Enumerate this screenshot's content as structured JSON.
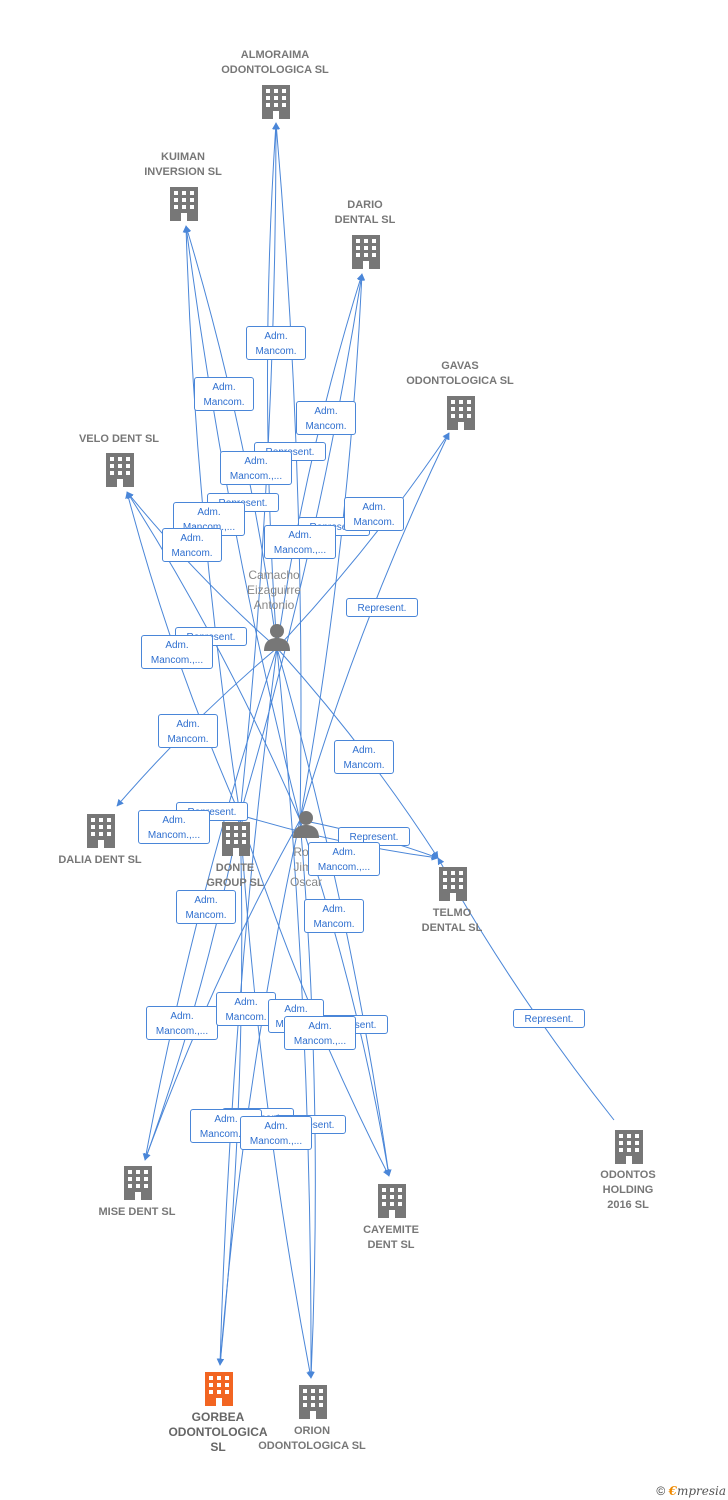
{
  "colors": {
    "edge": "#4a86d8",
    "building": "#777777",
    "focal_building": "#f26522",
    "person": "#777777"
  },
  "nodes": [
    {
      "id": "almoraima",
      "type": "company",
      "label": "ALMORAIMA\nODONTOLOGICA SL"
    },
    {
      "id": "kuiman",
      "type": "company",
      "label": "KUIMAN\nINVERSION SL"
    },
    {
      "id": "dario",
      "type": "company",
      "label": "DARIO\nDENTAL SL"
    },
    {
      "id": "gavas",
      "type": "company",
      "label": "GAVAS\nODONTOLOGICA SL"
    },
    {
      "id": "velo",
      "type": "company",
      "label": "VELO DENT SL"
    },
    {
      "id": "camacho",
      "type": "person",
      "label": "Camacho\nEizaguirre\nAntonio"
    },
    {
      "id": "dalia",
      "type": "company",
      "label": "DALIA DENT SL"
    },
    {
      "id": "donte",
      "type": "company",
      "label": "DONTE\nGROUP  SL"
    },
    {
      "id": "romero",
      "type": "person",
      "label": "Rom\nJime\nOscar"
    },
    {
      "id": "telmo",
      "type": "company",
      "label": "TELMO\nDENTAL SL"
    },
    {
      "id": "mise",
      "type": "company",
      "label": "MISE DENT SL"
    },
    {
      "id": "cayemite",
      "type": "company",
      "label": "CAYEMITE\nDENT SL"
    },
    {
      "id": "odontos",
      "type": "company",
      "label": "ODONTOS\nHOLDING\n2016  SL"
    },
    {
      "id": "gorbea",
      "type": "company",
      "focal": true,
      "label": "GORBEA\nODONTOLOGICA\nSL"
    },
    {
      "id": "orion",
      "type": "company",
      "label": "ORION\nODONTOLOGICA SL"
    }
  ],
  "edges": [
    {
      "from": "camacho",
      "to": "almoraima"
    },
    {
      "from": "camacho",
      "to": "kuiman"
    },
    {
      "from": "camacho",
      "to": "dario"
    },
    {
      "from": "camacho",
      "to": "gavas"
    },
    {
      "from": "camacho",
      "to": "velo"
    },
    {
      "from": "camacho",
      "to": "dalia"
    },
    {
      "from": "camacho",
      "to": "telmo"
    },
    {
      "from": "camacho",
      "to": "mise"
    },
    {
      "from": "camacho",
      "to": "cayemite"
    },
    {
      "from": "camacho",
      "to": "gorbea"
    },
    {
      "from": "camacho",
      "to": "orion"
    },
    {
      "from": "romero",
      "to": "almoraima"
    },
    {
      "from": "romero",
      "to": "kuiman"
    },
    {
      "from": "romero",
      "to": "dario"
    },
    {
      "from": "romero",
      "to": "gavas"
    },
    {
      "from": "romero",
      "to": "velo"
    },
    {
      "from": "romero",
      "to": "telmo"
    },
    {
      "from": "romero",
      "to": "mise"
    },
    {
      "from": "romero",
      "to": "cayemite"
    },
    {
      "from": "romero",
      "to": "gorbea"
    },
    {
      "from": "romero",
      "to": "orion"
    },
    {
      "from": "donte",
      "to": "almoraima"
    },
    {
      "from": "donte",
      "to": "kuiman"
    },
    {
      "from": "donte",
      "to": "dario"
    },
    {
      "from": "donte",
      "to": "velo"
    },
    {
      "from": "donte",
      "to": "telmo"
    },
    {
      "from": "donte",
      "to": "mise"
    },
    {
      "from": "donte",
      "to": "cayemite"
    },
    {
      "from": "donte",
      "to": "gorbea"
    },
    {
      "from": "donte",
      "to": "orion"
    },
    {
      "from": "odontos",
      "to": "telmo"
    }
  ],
  "edge_labels": [
    "Adm.\nMancom.",
    "Adm.\nMancom.",
    "Adm.\nMancom.",
    "Represent.",
    "Adm.\nMancom.,...",
    "Represent.",
    "Adm.\nMancom.,...",
    "Represent.",
    "Adm.\nMancom.",
    "Adm.\nMancom.,...",
    "Adm.\nMancom.",
    "Represent.",
    "Represent.",
    "Adm.\nMancom.,...",
    "Adm.\nMancom.",
    "Adm.\nMancom.",
    "Represent.",
    "Adm.\nMancom.,...",
    "Represent.",
    "Adm.\nMancom.,...",
    "Adm.\nMancom.",
    "Adm.\nMancom.",
    "Adm.\nMancom.,...",
    "Adm.\nMancom.",
    "Represent.",
    "Adm.\nMancom.",
    "Adm.\nMancom.,...",
    "Represent.",
    "Represent.",
    "Adm.\nMancom.,...",
    "Adm.\nMancom.,...",
    "Represent."
  ],
  "footer": {
    "symbol": "©",
    "brand_initial": "€",
    "brand_rest": "mpresia"
  }
}
